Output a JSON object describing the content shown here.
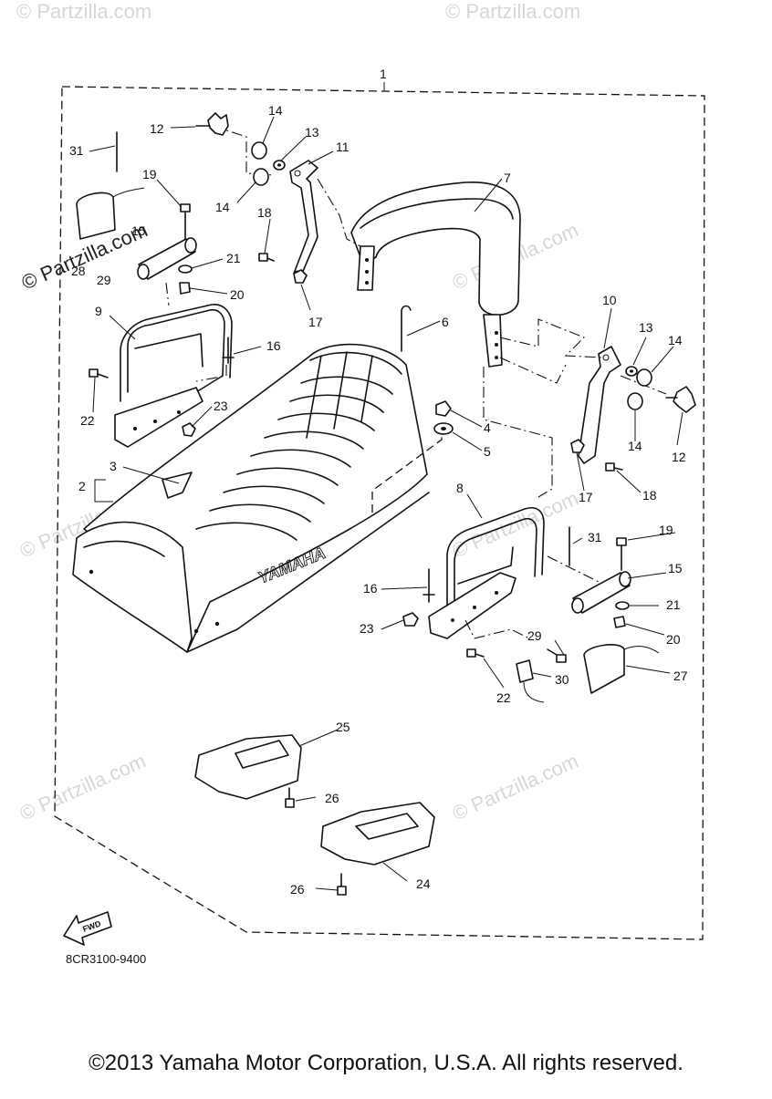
{
  "watermark": "© Partzilla.com",
  "diagram_code": "8CR3100-9400",
  "copyright": "©2013 Yamaha Motor Corporation, U.S.A. All rights reserved.",
  "seat_brand": "YAMAHA",
  "fwd_label": "FWD",
  "callouts": {
    "c1": "1",
    "c2": "2",
    "c3": "3",
    "c4": "4",
    "c5": "5",
    "c6": "6",
    "c7": "7",
    "c8": "8",
    "c9": "9",
    "c10": "10",
    "c11": "11",
    "c12a": "12",
    "c12b": "12",
    "c13a": "13",
    "c13b": "13",
    "c14a": "14",
    "c14b": "14",
    "c14c": "14",
    "c14d": "14",
    "c15a": "15",
    "c15b": "15",
    "c16a": "16",
    "c16b": "16",
    "c17a": "17",
    "c17b": "17",
    "c18a": "18",
    "c18b": "18",
    "c19a": "19",
    "c19b": "19",
    "c20a": "20",
    "c20b": "20",
    "c21a": "21",
    "c21b": "21",
    "c22a": "22",
    "c22b": "22",
    "c23a": "23",
    "c23b": "23",
    "c24": "24",
    "c25": "25",
    "c26a": "26",
    "c26b": "26",
    "c27": "27",
    "c28": "28",
    "c29a": "29",
    "c29b": "29",
    "c30": "30",
    "c31a": "31",
    "c31b": "31"
  }
}
